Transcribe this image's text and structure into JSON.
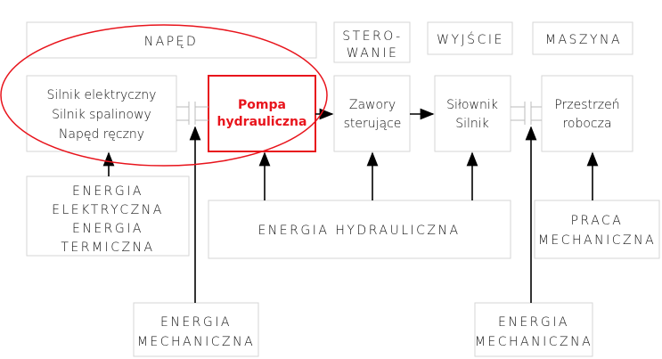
{
  "headers": {
    "naped": "NAPĘD",
    "sterowanie": [
      "STERO-",
      "WANIE"
    ],
    "wyjscie": "WYJŚCIE",
    "maszyna": "MASZYNA"
  },
  "blocks": {
    "silnik": [
      "Silnik elektryczny",
      "Silnik spalinowy",
      "Napęd ręczny"
    ],
    "pompa": [
      "Pompa",
      "hydrauliczna"
    ],
    "zawory": [
      "Zawory",
      "sterujące"
    ],
    "silownik": [
      "Siłownik",
      "Silnik"
    ],
    "przestrzen": [
      "Przestrzeń",
      "robocza"
    ]
  },
  "energies": {
    "elektryczna": [
      "ENERGIA",
      "ELEKTRYCZNA",
      "ENERGIA",
      "TERMICZNA"
    ],
    "hydrauliczna": "ENERGIA HYDRAULICZNA",
    "praca": [
      "PRACA",
      "MECHANICZNA"
    ],
    "mech_left": [
      "ENERGIA",
      "MECHANICZNA"
    ],
    "mech_right": [
      "ENERGIA",
      "MECHANICZNA"
    ]
  },
  "colors": {
    "highlight": "#e8141c"
  }
}
